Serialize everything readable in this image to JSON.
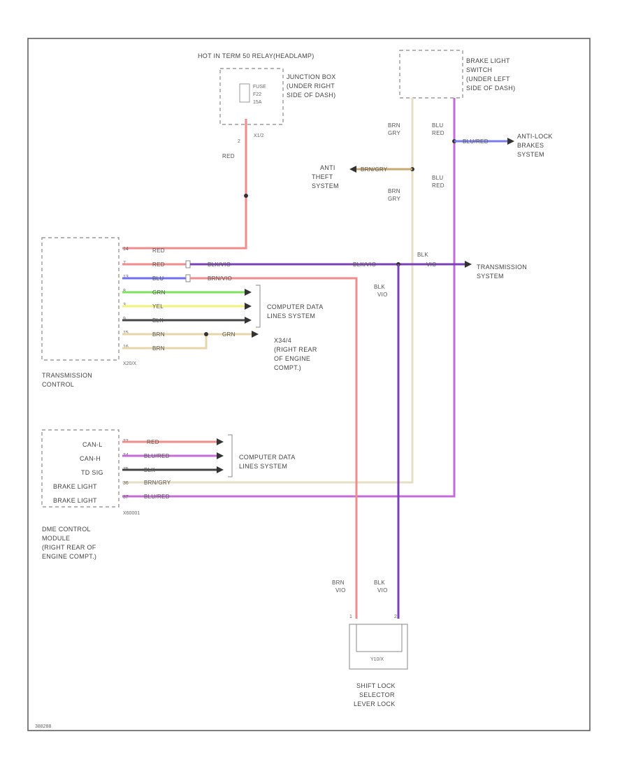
{
  "colors": {
    "red": "#f28b8b",
    "pink": "#f2b6c6",
    "violet": "#7b3fb8",
    "purple": "#c46cd9",
    "blue": "#6f6ff2",
    "green": "#7ee05c",
    "yellow": "#f2f27a",
    "black": "#444444",
    "brown": "#e6d6a8",
    "tan": "#e6dfc4",
    "grey": "#bbbbbb"
  },
  "labels": {
    "hot_in": "HOT IN TERM 50 RELAY(HEADLAMP)",
    "fuse": "FUSE",
    "fuse_num": "F22",
    "fuse_amp": "15A",
    "junction_box": "JUNCTION BOX",
    "junction_box_2": "(UNDER RIGHT",
    "junction_box_3": "SIDE OF DASH)",
    "fuse_conn": "X1/2",
    "fuse_conn_pin": "2",
    "wire_red_top": "RED",
    "brake_switch": "BRAKE LIGHT",
    "brake_switch_2": "SWITCH",
    "brake_switch_3": "(UNDER LEFT",
    "brake_switch_4": "SIDE OF DASH)",
    "brn_gry_1": "BRN",
    "brn_gry_1b": "GRY",
    "blu_red_1": "BLU",
    "blu_red_1b": "RED",
    "blu_red_wire": "BLU/RED",
    "anti_lock": "ANTI-LOCK",
    "anti_lock_2": "BRAKES",
    "anti_lock_3": "SYSTEM",
    "anti_theft": "ANTI",
    "anti_theft_2": "THEFT",
    "anti_theft_3": "SYSTEM",
    "brn_gry_wire": "BRN/GRY",
    "brn_gry_2": "BRN",
    "brn_gry_2b": "GRY",
    "blu_red_2": "BLU",
    "blu_red_2b": "RED",
    "tcm_title": "TRANSMISSION",
    "tcm_title_2": "CONTROL",
    "tcm_conn": "X20/X",
    "tcm_wires": [
      "RED",
      "RED",
      "BLU",
      "GRN",
      "YEL",
      "BLK",
      "BRN",
      "BRN"
    ],
    "tcm_pins": [
      "14",
      "7",
      "13",
      "8",
      "3",
      "9",
      "15",
      "16"
    ],
    "blk_vio_wire": "BLK/VIO",
    "blk_vio_wire_2": "BLK/VIO",
    "brn_vio_wire": "BRN/VIO",
    "blk_vio_label": "BLK",
    "blk_vio_label_b": "VIO",
    "blk_vio_down": "BLK",
    "blk_vio_down_b": "VIO",
    "transmission_system": "TRANSMISSION",
    "transmission_system_2": "SYSTEM",
    "cdl_1": "COMPUTER DATA",
    "cdl_1b": "LINES SYSTEM",
    "grn_wire": "GRN",
    "x34": "X34/4",
    "x34_2": "(RIGHT REAR",
    "x34_3": "OF ENGINE",
    "x34_4": "COMPT.)",
    "dme_title": "DME CONTROL",
    "dme_title_2": "MODULE",
    "dme_title_3": "(RIGHT REAR OF",
    "dme_title_4": "ENGINE COMPT.)",
    "dme_conn": "X60001",
    "dme_pins_text": [
      "CAN-L",
      "CAN-H",
      "TD SIG",
      "BRAKE LIGHT",
      "BRAKE LIGHT"
    ],
    "dme_pins": [
      "33",
      "34",
      "35",
      "36",
      "37"
    ],
    "dme_wires": [
      "RED",
      "BLU/RED",
      "BLK",
      "BRN/GRY",
      "BLU/RED"
    ],
    "cdl_2": "COMPUTER DATA",
    "cdl_2b": "LINES SYSTEM",
    "brn_vio_bottom": "BRN",
    "brn_vio_bottom_b": "VIO",
    "blk_vio_bottom": "BLK",
    "blk_vio_bottom_b": "VIO",
    "shift_lock": "SHIFT LOCK",
    "shift_lock_2": "SELECTOR",
    "shift_lock_3": "LEVER LOCK",
    "shift_conn": "Y10/X",
    "shift_pin_1": "1",
    "shift_pin_2": "2",
    "footer_code": "388288"
  }
}
